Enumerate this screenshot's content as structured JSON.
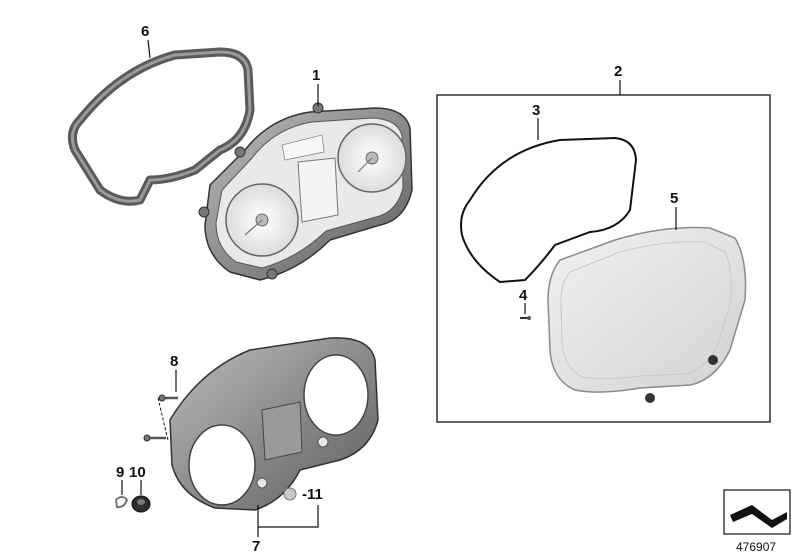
{
  "diagram": {
    "callouts": {
      "c1": "1",
      "c2": "2",
      "c3": "3",
      "c4": "4",
      "c5": "5",
      "c6": "6",
      "c7": "7",
      "c8": "8",
      "c9": "9",
      "c10": "10",
      "c11": "-11"
    },
    "reference_number": "476907",
    "colors": {
      "line": "#111111",
      "part_gray": "#8a8a8a",
      "part_light": "#d9d9d9",
      "lens": "#e6e6e6",
      "dial": "#efefef"
    }
  }
}
